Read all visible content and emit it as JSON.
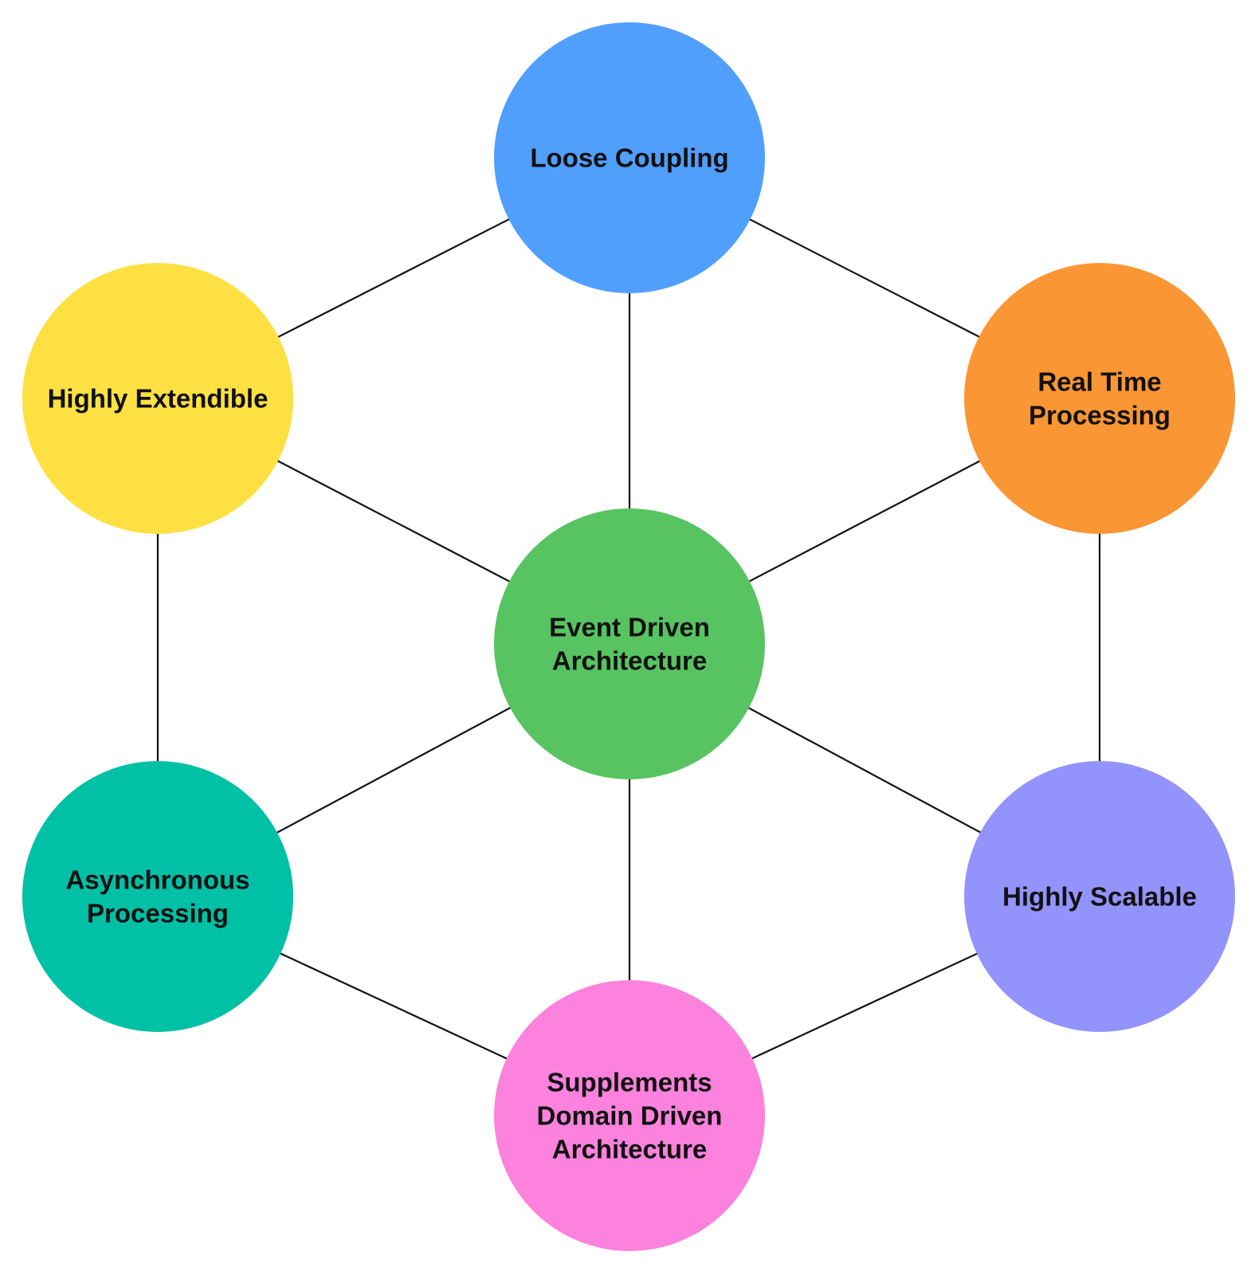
{
  "diagram": {
    "nodes": [
      {
        "id": "center",
        "name": "node-event-driven-architecture",
        "lines": [
          "Event Driven",
          "Architecture"
        ],
        "color": "#57C461"
      },
      {
        "id": "top",
        "name": "node-loose-coupling",
        "lines": [
          "Loose Coupling"
        ],
        "color": "#519FFD"
      },
      {
        "id": "upper-right",
        "name": "node-real-time-processing",
        "lines": [
          "Real Time",
          "Processing"
        ],
        "color": "#FA9634"
      },
      {
        "id": "lower-right",
        "name": "node-highly-scalable",
        "lines": [
          "Highly Scalable"
        ],
        "color": "#9393FC"
      },
      {
        "id": "bottom",
        "name": "node-supplements-domain-driven-architecture",
        "lines": [
          "Supplements",
          "Domain Driven",
          "Architecture"
        ],
        "color": "#FC82DD"
      },
      {
        "id": "lower-left",
        "name": "node-asynchronous-processing",
        "lines": [
          "Asynchronous",
          "Processing"
        ],
        "color": "#00C0A5"
      },
      {
        "id": "upper-left",
        "name": "node-highly-extendible",
        "lines": [
          "Highly Extendible"
        ],
        "color": "#FEE043"
      }
    ],
    "edges": [
      [
        "center",
        "top"
      ],
      [
        "center",
        "upper-right"
      ],
      [
        "center",
        "lower-right"
      ],
      [
        "center",
        "bottom"
      ],
      [
        "center",
        "lower-left"
      ],
      [
        "center",
        "upper-left"
      ],
      [
        "top",
        "upper-right"
      ],
      [
        "upper-right",
        "lower-right"
      ],
      [
        "lower-right",
        "bottom"
      ],
      [
        "bottom",
        "lower-left"
      ],
      [
        "lower-left",
        "upper-left"
      ],
      [
        "upper-left",
        "top"
      ]
    ]
  }
}
